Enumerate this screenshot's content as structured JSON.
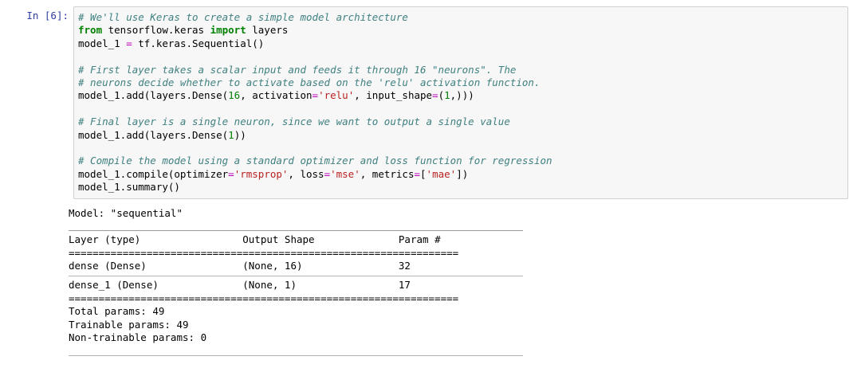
{
  "cell": {
    "prompt_label": "In [6]:",
    "code_lines": [
      [
        {
          "t": "comment",
          "v": "# We'll use Keras to create a simple model architecture"
        }
      ],
      [
        {
          "t": "keyword",
          "v": "from"
        },
        {
          "t": "plain",
          "v": " tensorflow.keras "
        },
        {
          "t": "keyword",
          "v": "import"
        },
        {
          "t": "plain",
          "v": " layers"
        }
      ],
      [
        {
          "t": "plain",
          "v": "model_1 "
        },
        {
          "t": "operator",
          "v": "="
        },
        {
          "t": "plain",
          "v": " tf.keras.Sequential()"
        }
      ],
      [
        {
          "t": "plain",
          "v": ""
        }
      ],
      [
        {
          "t": "comment",
          "v": "# First layer takes a scalar input and feeds it through 16 \"neurons\". The"
        }
      ],
      [
        {
          "t": "comment",
          "v": "# neurons decide whether to activate based on the 'relu' activation function."
        }
      ],
      [
        {
          "t": "plain",
          "v": "model_1.add(layers.Dense("
        },
        {
          "t": "number",
          "v": "16"
        },
        {
          "t": "plain",
          "v": ", activation"
        },
        {
          "t": "operator",
          "v": "="
        },
        {
          "t": "string",
          "v": "'relu'"
        },
        {
          "t": "plain",
          "v": ", input_shape"
        },
        {
          "t": "operator",
          "v": "="
        },
        {
          "t": "plain",
          "v": "("
        },
        {
          "t": "number",
          "v": "1"
        },
        {
          "t": "plain",
          "v": ",)))"
        }
      ],
      [
        {
          "t": "plain",
          "v": ""
        }
      ],
      [
        {
          "t": "comment",
          "v": "# Final layer is a single neuron, since we want to output a single value"
        }
      ],
      [
        {
          "t": "plain",
          "v": "model_1.add(layers.Dense("
        },
        {
          "t": "number",
          "v": "1"
        },
        {
          "t": "plain",
          "v": "))"
        }
      ],
      [
        {
          "t": "plain",
          "v": ""
        }
      ],
      [
        {
          "t": "comment",
          "v": "# Compile the model using a standard optimizer and loss function for regression"
        }
      ],
      [
        {
          "t": "plain",
          "v": "model_1.compile(optimizer"
        },
        {
          "t": "operator",
          "v": "="
        },
        {
          "t": "string",
          "v": "'rmsprop'"
        },
        {
          "t": "plain",
          "v": ", loss"
        },
        {
          "t": "operator",
          "v": "="
        },
        {
          "t": "string",
          "v": "'mse'"
        },
        {
          "t": "plain",
          "v": ", metrics"
        },
        {
          "t": "operator",
          "v": "="
        },
        {
          "t": "plain",
          "v": "["
        },
        {
          "t": "string",
          "v": "'mae'"
        },
        {
          "t": "plain",
          "v": "])"
        }
      ],
      [
        {
          "t": "plain",
          "v": "model_1.summary()"
        }
      ]
    ]
  },
  "output": {
    "model_title": "Model: \"sequential\"",
    "table": {
      "headers": [
        "Layer (type)",
        "Output Shape",
        "Param #"
      ],
      "header_line": "Layer (type)                 Output Shape              Param #   ",
      "separator_double": "=================================================================",
      "rows": [
        {
          "line": "dense (Dense)                (None, 16)                32        ",
          "layer": "dense (Dense)",
          "output_shape": "(None, 16)",
          "param_count": "32"
        },
        {
          "line": "dense_1 (Dense)              (None, 1)                 17        ",
          "layer": "dense_1 (Dense)",
          "output_shape": "(None, 1)",
          "param_count": "17"
        }
      ]
    },
    "totals": [
      "Total params: 49",
      "Trainable params: 49",
      "Non-trainable params: 0"
    ]
  }
}
